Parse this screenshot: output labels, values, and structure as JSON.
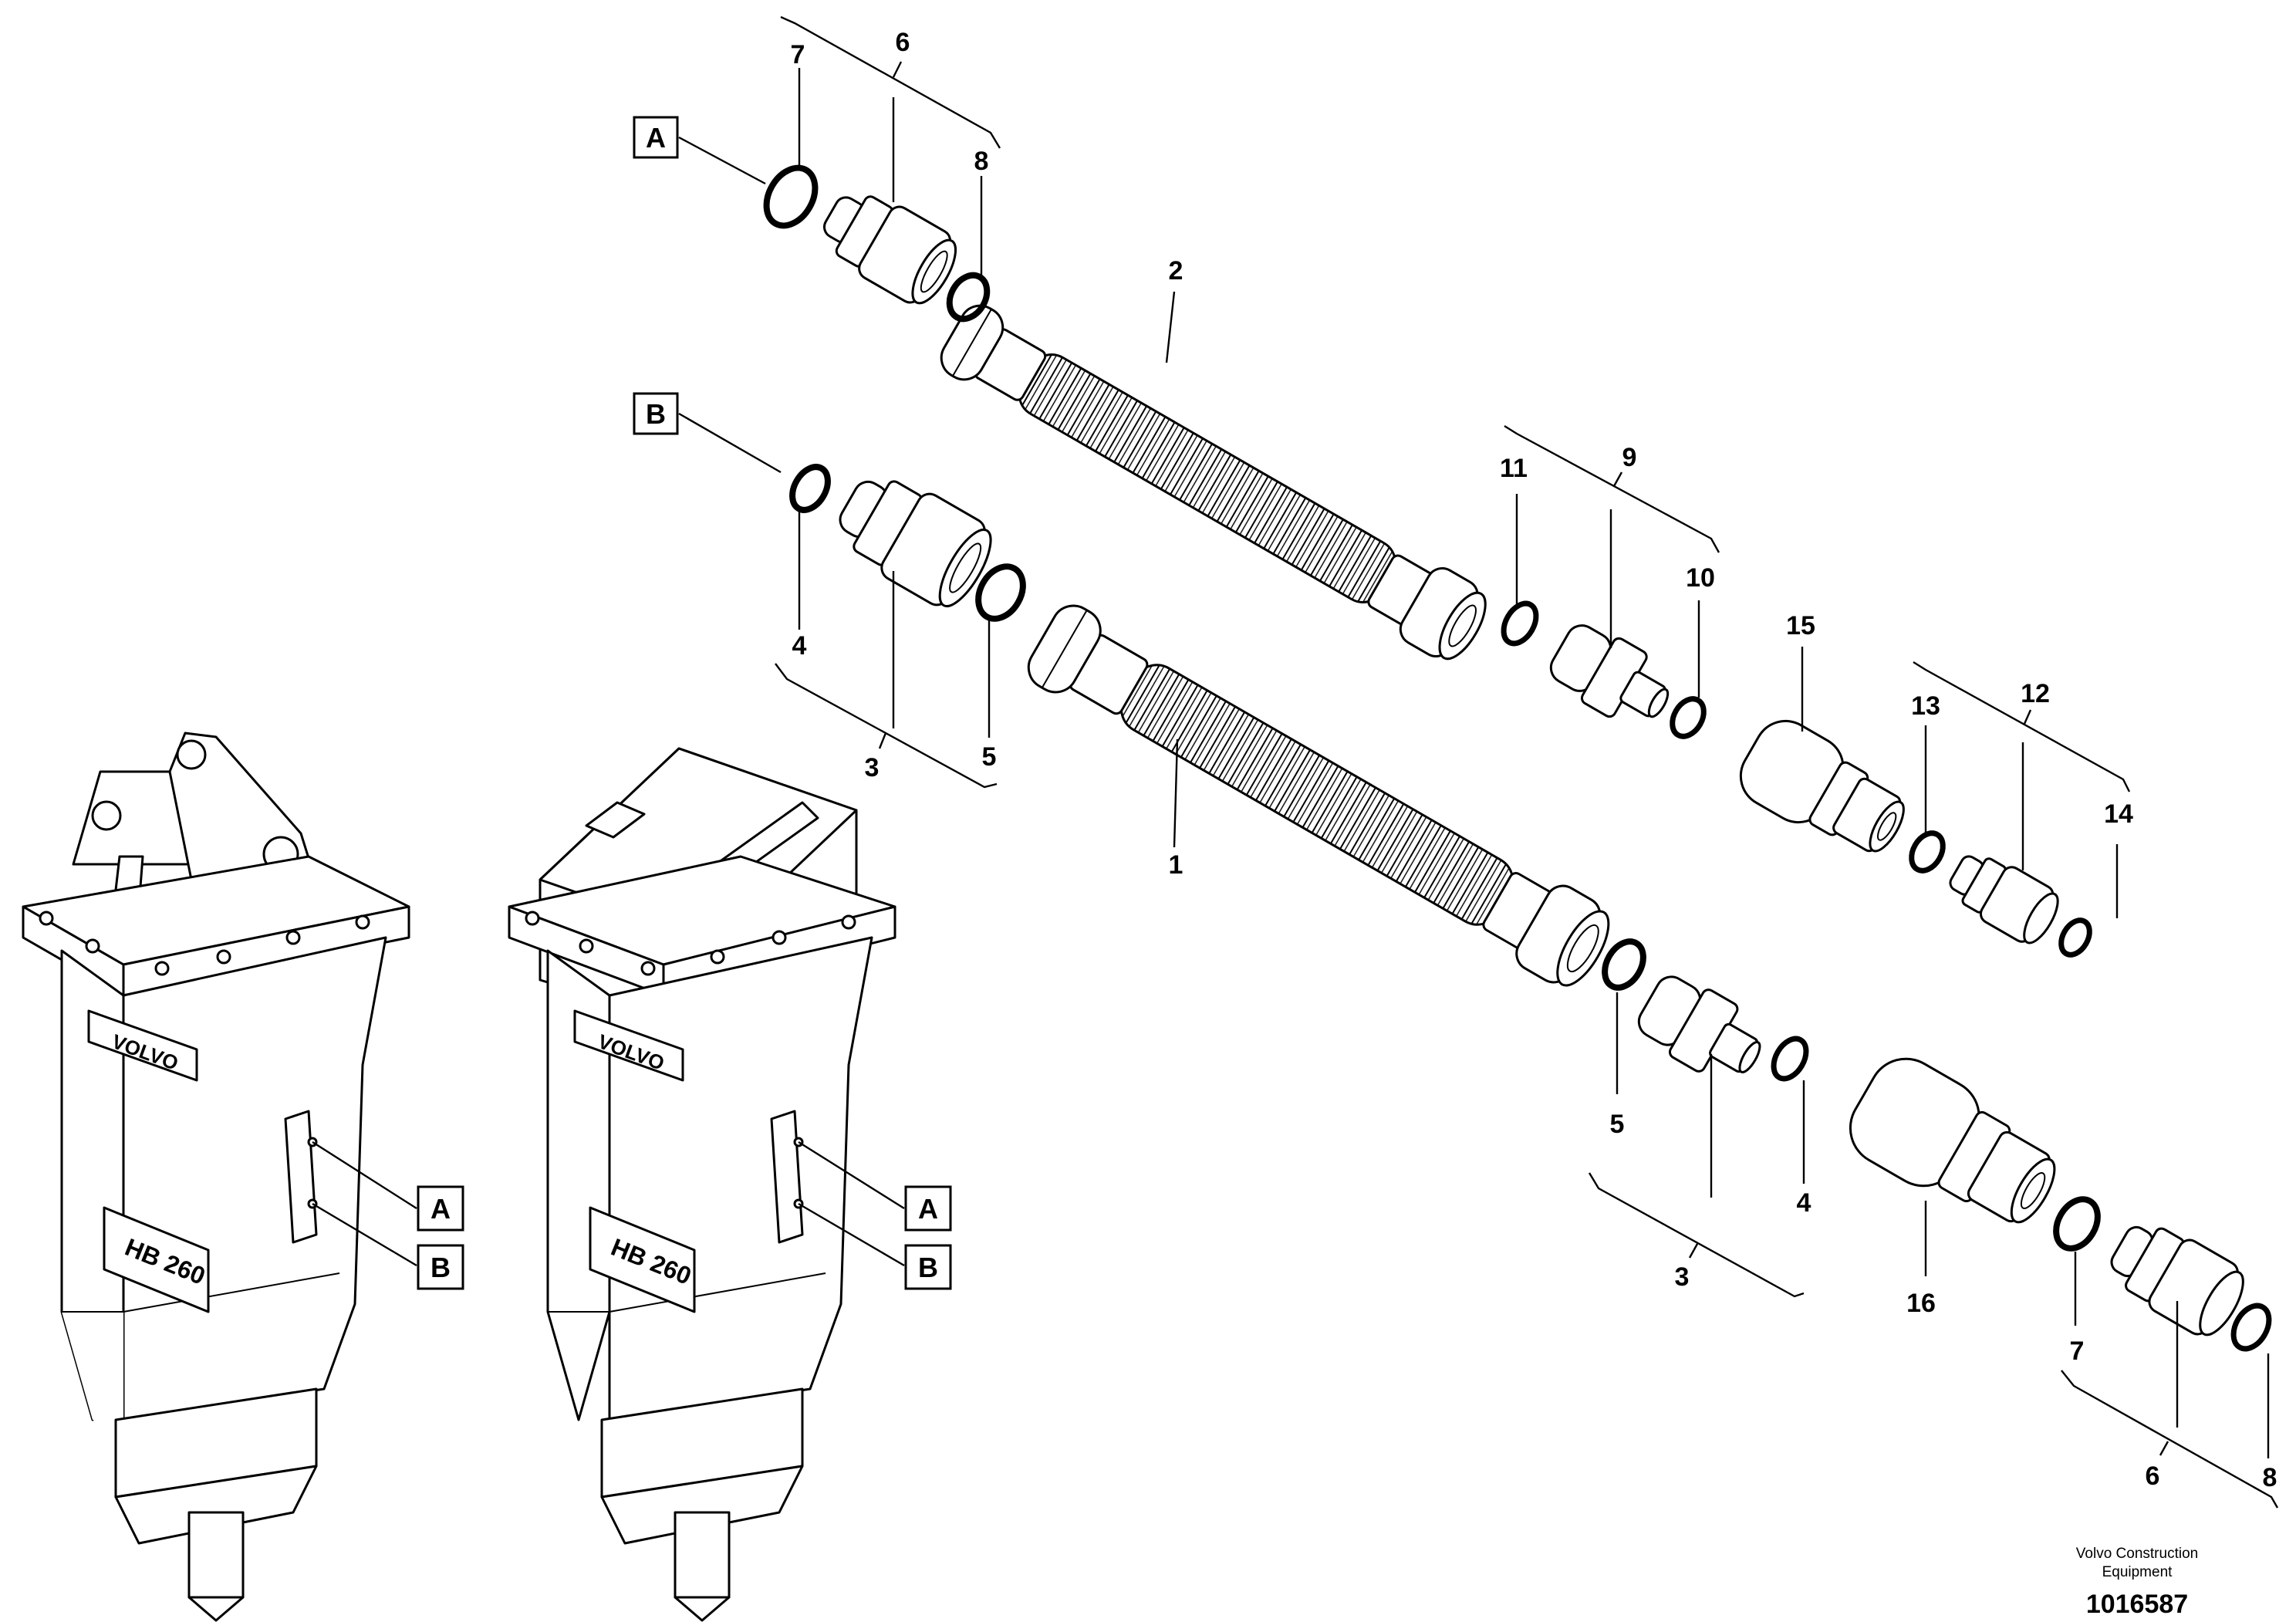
{
  "labels": {
    "l1": "1",
    "l2": "2",
    "l3a": "3",
    "l3b": "3",
    "l4a": "4",
    "l4b": "4",
    "l5a": "5",
    "l5b": "5",
    "l6a": "6",
    "l6b": "6",
    "l7a": "7",
    "l7b": "7",
    "l8a": "8",
    "l8b": "8",
    "l9": "9",
    "l10": "10",
    "l11": "11",
    "l12": "12",
    "l13": "13",
    "l14": "14",
    "l15": "15",
    "l16": "16"
  },
  "ports": {
    "a_top": "A",
    "b_top": "B",
    "a_left": "A",
    "b_left": "B",
    "a_right": "A",
    "b_right": "B"
  },
  "hammer": {
    "brand": "VOLVO",
    "model": "HB 260"
  },
  "footer": {
    "company": "Volvo Construction Equipment",
    "company_line1": "Volvo Construction",
    "company_line2": "Equipment",
    "drawing_number": "1016587"
  }
}
